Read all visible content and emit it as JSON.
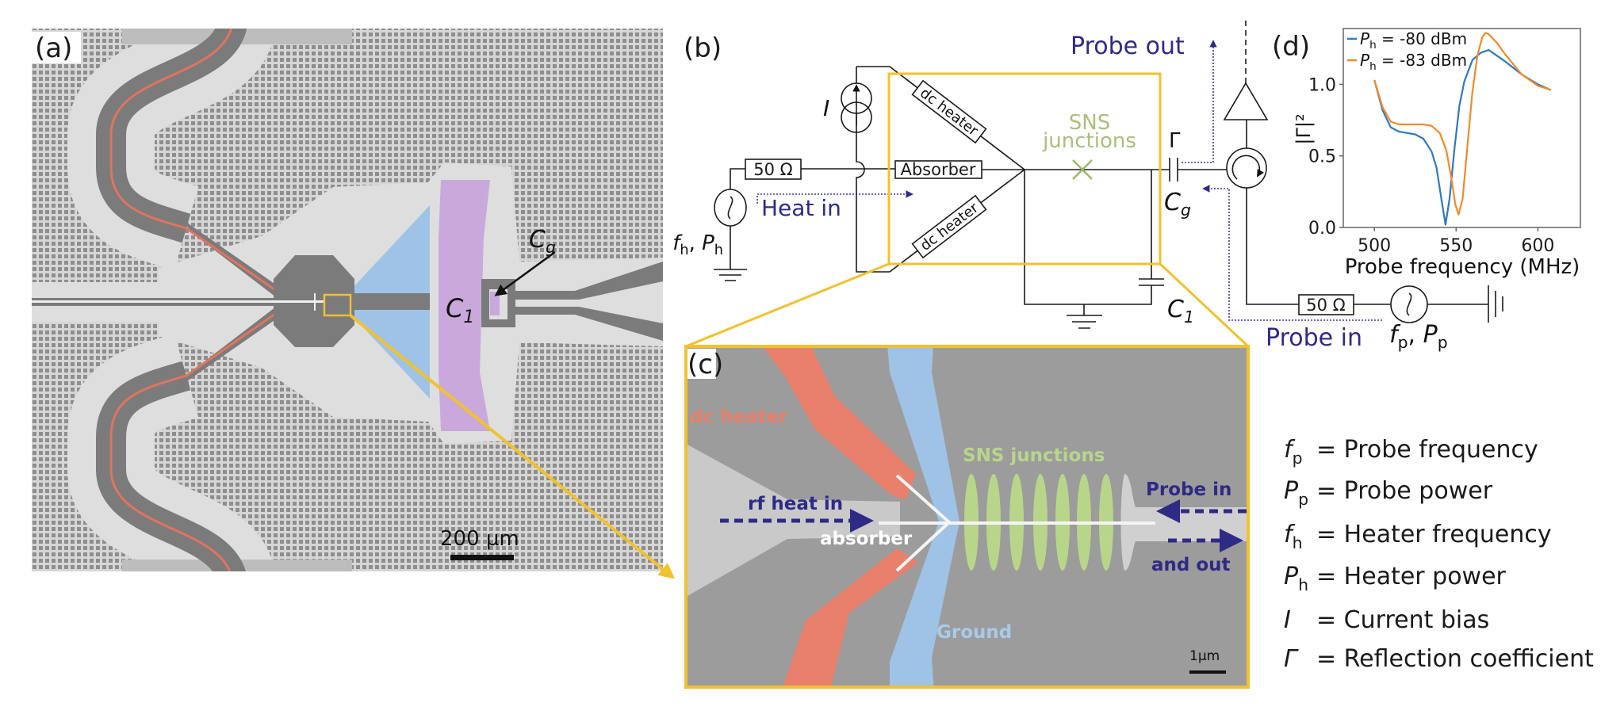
{
  "panels": {
    "a": "(a)",
    "b": "(b)",
    "c": "(c)",
    "d": "(d)"
  },
  "colors": {
    "highlight_yellow": "#f2c12e",
    "heater_red": "#e8806c",
    "ground_blue": "#9fc3e6",
    "capacitor_purple": "#c9a9dc",
    "junction_green": "#b8d68a",
    "arrow_navy": "#2e2a86",
    "series_80": "#2f78bf",
    "series_83": "#f28a2a"
  },
  "panel_a": {
    "c1": {
      "main": "C",
      "sub": "1"
    },
    "cg": {
      "main": "C",
      "sub": "g"
    },
    "scale_bar": "200 µm"
  },
  "panel_b": {
    "resistor_heater": "50 Ω",
    "absorber": "Absorber",
    "dc_heater_top": "dc heater",
    "dc_heater_bottom": "dc heater",
    "current": "I",
    "heater_source": {
      "f": "f",
      "f_sub": "h",
      "sep": ", ",
      "p": "P",
      "p_sub": "h"
    },
    "heat_in": "Heat in",
    "sns_line1": "SNS",
    "sns_line2": "junctions",
    "gamma": "Γ",
    "cg": {
      "main": "C",
      "sub": "g"
    },
    "c1": {
      "main": "C",
      "sub": "1"
    },
    "probe_out": "Probe out",
    "probe_in": "Probe in",
    "resistor_probe": "50 Ω",
    "probe_source": {
      "f": "f",
      "f_sub": "p",
      "sep": ", ",
      "p": "P",
      "p_sub": "p"
    }
  },
  "panel_c": {
    "dc_heater": "dc heater",
    "sns": "SNS junctions",
    "rf_heat_in": "rf heat in",
    "absorber": "absorber",
    "probe_in": "Probe in",
    "and_out": "and out",
    "ground": "Ground",
    "scale_bar": "1µm"
  },
  "legend": [
    {
      "symbol": "f",
      "sub": "p",
      "desc": "= Probe frequency"
    },
    {
      "symbol": "P",
      "sub": "p",
      "desc": "= Probe power"
    },
    {
      "symbol": "f",
      "sub": "h",
      "desc": "= Heater frequency"
    },
    {
      "symbol": "P",
      "sub": "h",
      "desc": "= Heater power"
    },
    {
      "symbol": "I",
      "sub": "",
      "desc": "= Current bias"
    },
    {
      "symbol": "Γ",
      "sub": "",
      "desc": "= Reflection coefficient"
    }
  ],
  "chart_data": {
    "type": "line",
    "xlabel": "Probe frequency (MHz)",
    "ylabel": "|Γ|²",
    "xlim": [
      481,
      626
    ],
    "ylim": [
      0,
      1.39
    ],
    "xticks": [
      500,
      550,
      600
    ],
    "yticks": [
      0.0,
      0.5,
      1.0
    ],
    "ytick_labels": [
      "0.0",
      "0.5",
      "1.0"
    ],
    "grid": false,
    "legend_placement": "top-left",
    "series": [
      {
        "name": "Ph = -80 dBm",
        "legend": {
          "symbol": "P",
          "sub": "h",
          "text": " = -80 dBm"
        },
        "color": "#2f78bf",
        "x": [
          500,
          505,
          510,
          515,
          520,
          525,
          530,
          535,
          538,
          541,
          543.5,
          546,
          549,
          552,
          555,
          560,
          565,
          570,
          575,
          580,
          590,
          600,
          608
        ],
        "y": [
          1.03,
          0.82,
          0.7,
          0.67,
          0.66,
          0.65,
          0.62,
          0.53,
          0.42,
          0.2,
          0.02,
          0.2,
          0.55,
          0.85,
          1.02,
          1.17,
          1.22,
          1.24,
          1.2,
          1.16,
          1.07,
          1.0,
          0.96
        ]
      },
      {
        "name": "Ph = -83 dBm",
        "legend": {
          "symbol": "P",
          "sub": "h",
          "text": " = -83 dBm"
        },
        "color": "#f28a2a",
        "x": [
          500,
          505,
          510,
          515,
          520,
          525,
          530,
          535,
          540,
          544,
          547,
          549.5,
          551.5,
          554,
          557,
          560,
          563,
          566,
          568,
          570,
          575,
          580,
          590,
          600,
          608
        ],
        "y": [
          1.03,
          0.84,
          0.74,
          0.72,
          0.72,
          0.72,
          0.72,
          0.71,
          0.66,
          0.54,
          0.35,
          0.16,
          0.09,
          0.2,
          0.58,
          0.95,
          1.2,
          1.33,
          1.36,
          1.35,
          1.29,
          1.21,
          1.07,
          0.99,
          0.96
        ]
      }
    ]
  }
}
